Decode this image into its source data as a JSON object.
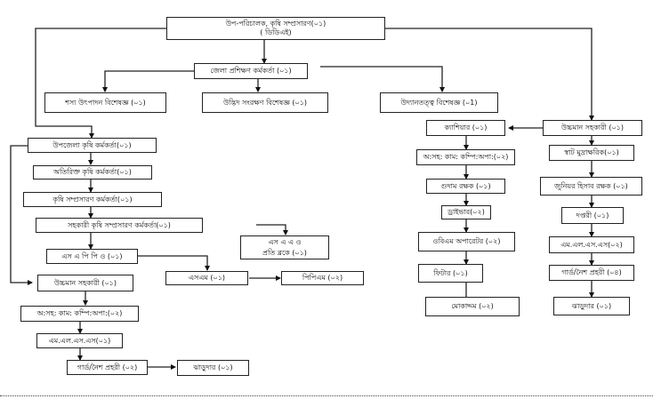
{
  "diagram": {
    "title": "organogram",
    "nodes": {
      "root": {
        "line1": "উপ-পরিচালক, কৃষি সম্প্রসারণ(০১)",
        "line2": "( ডিডিএই)"
      },
      "district_training_officer": "জেলা প্রশিক্ষণ কর্মকর্তা (০১)",
      "crop_production_specialist": "শস্য উৎপাদন বিশেষজ্ঞ (০১)",
      "plant_protection_specialist": "উদ্ভিদ সংরক্ষণ বিশেষজ্ঞ  (০১)",
      "horticulture_specialist": "উদ্যানতত্ত্ব বিশেষজ্ঞ (০1)",
      "upazila_agri_officer": "উপজেলা কৃষি কর্মকর্তা(০১)",
      "additional_agri_officer": "অতিরিক্ত কৃষি কর্মকর্তা(০১)",
      "agri_extension_officer": "কৃষি সম্প্রসারণ কর্মকর্তা(০১)",
      "asst_agri_extension_officer": "সহকারী কৃষি সম্প্রসারণ কর্মকর্তা(০১)",
      "saao_per_block": {
        "line1": "এস এ এ ও",
        "line2": "প্রতি ব্লকে (০১)"
      },
      "sapp_o": "এস এ পি পি ও (০১)",
      "sm": "এসএম (০১)",
      "ppm": "পিপিএম (০২)",
      "ua_left": "উচ্চমান সহকারী  (০১)",
      "ad_computer_operator_left": "অ:সহ: কাম: কম্পি:অপা:(০২)",
      "mlss_left": "এম.এল.এস.এস(০১)",
      "guard_left": "গার্ড/নৈশ প্রহরী (০২)",
      "sweeper_left": "ঝাড়ুদার (০১)",
      "ua_right": "উচ্চমান সহকারী  (০১)",
      "cashier": "ক্যাশিয়ার (০১)",
      "ad_computer_operator_mid": "অ:সহ: কাম: কম্পি:অপা:(০২)",
      "store_keeper": "গুদাম রক্ষক (০১)",
      "driver": "ড্রাইভার(০২)",
      "obm_operator": "ওবিএম অপারেটর (০২)",
      "fitter": "ফিটার (০১)",
      "mokaddam": "মোকাদ্দম (০২)",
      "short_typist": "স্বাট মুদ্রাক্ষরিক(০১)",
      "junior_accountant": "জুনিয়র হিসাব রক্ষক (০১)",
      "daftari": "দপ্তরী (০১)",
      "mlss_right": "এম.এল.এস.এস(০২)",
      "guard_right": "গার্ড/নৈশ প্রহরী (০৪)",
      "sweeper_right": "ঝাড়ুদার (০১)"
    }
  }
}
